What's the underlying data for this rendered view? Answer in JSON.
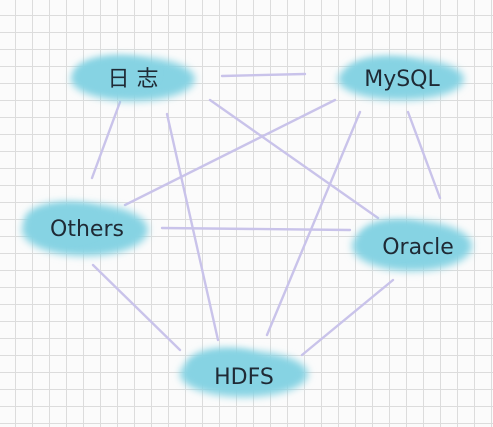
{
  "nodes": {
    "logs": "日 志",
    "mysql": "MySQL",
    "others": "Others",
    "oracle": "Oracle",
    "hdfs": "HDFS"
  },
  "colors": {
    "cloud": "#86d3e3",
    "edge": "#c9c3ea",
    "text": "#1f2a35"
  }
}
